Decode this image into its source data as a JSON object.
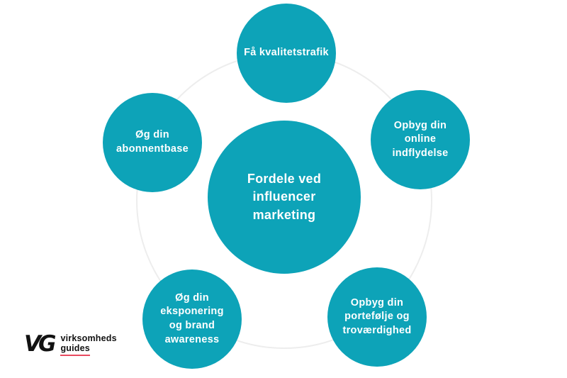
{
  "diagram": {
    "type": "hub-and-spoke",
    "center": {
      "label": "Fordele ved influencer marketing"
    },
    "nodes": [
      {
        "position": "top",
        "label": "Få kvalitetstrafik"
      },
      {
        "position": "top-right",
        "label": "Opbyg din online indflydelse"
      },
      {
        "position": "bottom-right",
        "label": "Opbyg din portefølje og troværdighed"
      },
      {
        "position": "bottom-left",
        "label": "Øg din eksponering og brand awareness"
      },
      {
        "position": "top-left",
        "label": "Øg din abonnentbase"
      }
    ]
  },
  "logo": {
    "monogram": "VG",
    "line1": "virksomheds",
    "line2": "guides"
  },
  "colors": {
    "node_fill": "#0da3b8",
    "node_text": "#ffffff",
    "orbit_ring": "#ededed",
    "logo_text": "#121212",
    "logo_underline": "#e8495f",
    "background": "#ffffff"
  }
}
